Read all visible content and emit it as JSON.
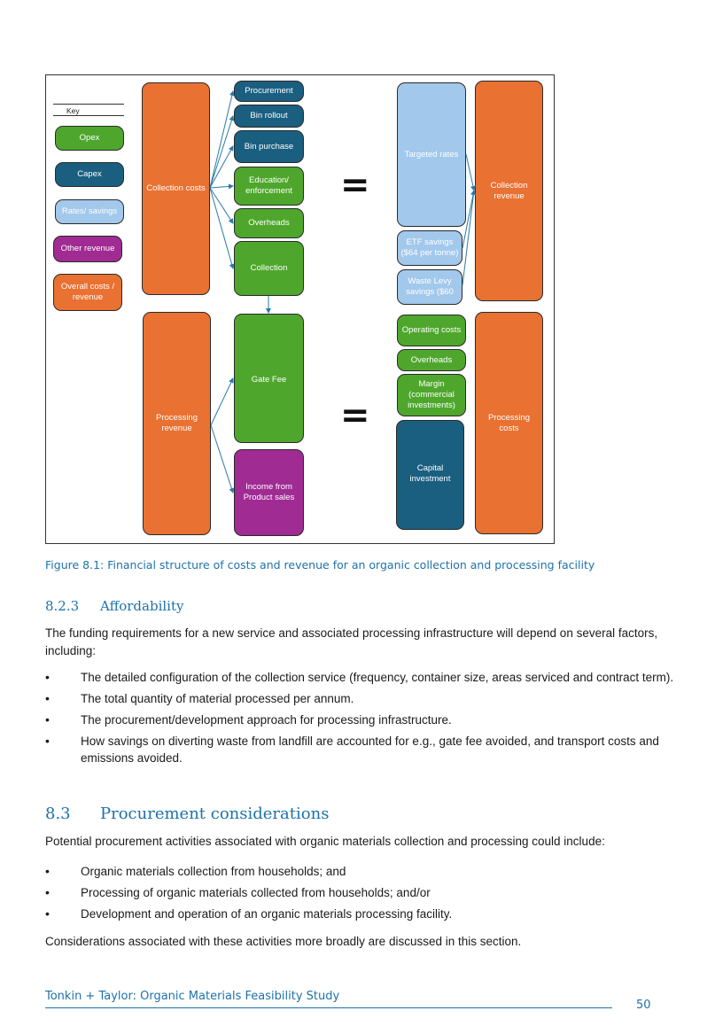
{
  "figure": {
    "key": {
      "title": "Key",
      "items": [
        "Opex",
        "Capex",
        "Rates/ savings",
        "Other revenue",
        "Overall costs / revenue"
      ]
    },
    "left": {
      "collection_costs": "Collection costs",
      "processing_revenue": "Processing revenue"
    },
    "middle": {
      "procurement": "Procurement",
      "bin_rollout": "Bin rollout",
      "bin_purchase": "Bin purchase",
      "education": "Education/ enforcement",
      "overheads": "Overheads",
      "collection": "Collection",
      "gate_fee": "Gate Fee",
      "income_product_sales": "Income from Product sales"
    },
    "equals_symbol": "=",
    "right": {
      "targeted_rates": "Targeted rates",
      "etf_savings": "ETF savings ($64 per tonne)",
      "waste_levy_savings": "Waste Levy savings ($60",
      "operating_costs": "Operating costs",
      "overheads": "Overheads",
      "margin": "Margin (commercial investments)",
      "capital_investment": "Capital investment",
      "collection_revenue": "Collection revenue",
      "processing_costs": "Processing costs"
    },
    "colors": {
      "opex": "#4ea72c",
      "capex": "#1a5f80",
      "rates_savings": "#a2c8ec",
      "other_revenue": "#a02b93",
      "overall": "#e97132"
    }
  },
  "caption": "Figure 8.1: Financial structure of costs and revenue for an organic collection and processing facility",
  "section_823": {
    "number": "8.2.3",
    "title": "Affordability",
    "intro": "The funding requirements for a new service and associated processing infrastructure will depend on several factors, including:",
    "bullets": [
      "The detailed configuration of the collection service (frequency, container size, areas serviced and contract term).",
      "The total quantity of material processed per annum.",
      "The procurement/development approach for processing infrastructure.",
      "How savings on diverting waste from landfill are accounted for e.g., gate fee avoided, and transport costs and emissions avoided."
    ]
  },
  "section_83": {
    "number": "8.3",
    "title": "Procurement considerations",
    "intro": "Potential procurement activities associated with organic materials collection and processing could include:",
    "bullets": [
      "Organic materials collection from households; and",
      "Processing of organic materials collected from households; and/or",
      "Development and operation of an organic materials processing facility."
    ],
    "closing": "Considerations associated with these activities more broadly are discussed in this section."
  },
  "footer": {
    "text": "Tonkin + Taylor: Organic Materials Feasibility Study",
    "page_number": "50"
  }
}
